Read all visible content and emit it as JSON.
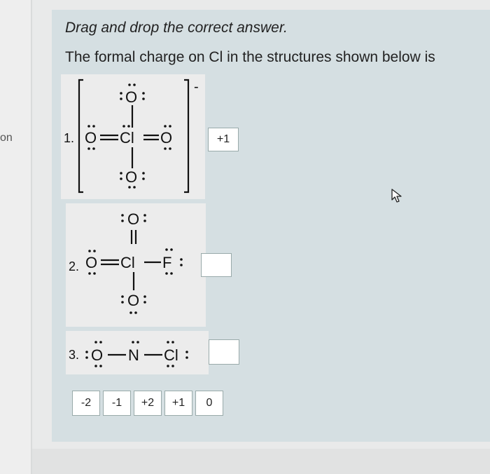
{
  "sidebar": {
    "fragment": "on"
  },
  "question": {
    "instruction": "Drag and drop the correct answer.",
    "prompt": "The formal charge on Cl in the structures shown below is"
  },
  "structures": [
    {
      "number": "1.",
      "charge": "-",
      "filled_answer": "+1",
      "atoms": {
        "top": "O",
        "left": "O",
        "center": "Cl",
        "right": "O",
        "bottom": "O"
      }
    },
    {
      "number": "2.",
      "filled_answer": "",
      "atoms": {
        "top": "O",
        "left": "O",
        "center": "Cl",
        "right": "F",
        "bottom": "O"
      }
    },
    {
      "number": "3.",
      "filled_answer": "",
      "atoms": {
        "a": "O",
        "b": "N",
        "c": "Cl"
      }
    }
  ],
  "options": [
    "-2",
    "-1",
    "+2",
    "+1",
    "0"
  ],
  "icons": {
    "cursor": "mouse-pointer-icon"
  }
}
